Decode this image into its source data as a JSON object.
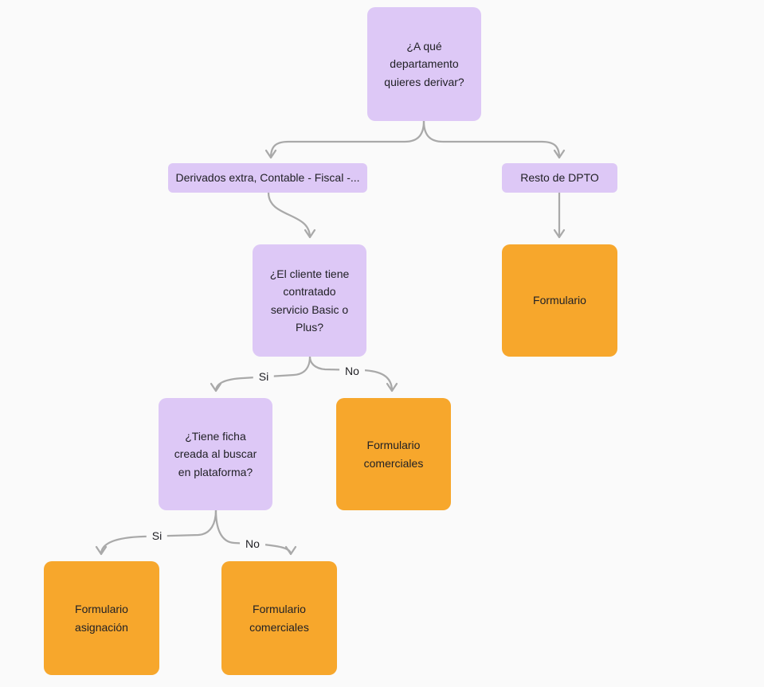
{
  "theme": {
    "bg": "#fafafa",
    "purple": "#ddc8f6",
    "orange": "#f7a72c",
    "arrow": "#a9a9a9",
    "text": "#212126"
  },
  "nodes": {
    "departamento": {
      "label": "¿A qué departamento quieres derivar?",
      "type": "question"
    },
    "derivados_extra": {
      "label": "Derivados extra, Contable - Fiscal -...",
      "type": "branch"
    },
    "resto_dpto": {
      "label": "Resto de DPTO",
      "type": "branch"
    },
    "servicio_contratado": {
      "label": "¿El cliente tiene contratado servicio Basic o Plus?",
      "type": "question"
    },
    "formulario": {
      "label": "Formulario",
      "type": "outcome"
    },
    "ficha_creada": {
      "label": "¿Tiene ficha creada al buscar en plataforma?",
      "type": "question"
    },
    "formulario_comerciales_1": {
      "label": "Formulario comerciales",
      "type": "outcome"
    },
    "formulario_asignacion": {
      "label": "Formulario asignación",
      "type": "outcome"
    },
    "formulario_comerciales_2": {
      "label": "Formulario comerciales",
      "type": "outcome"
    }
  },
  "edge_labels": {
    "servicio_si": "Si",
    "servicio_no": "No",
    "ficha_si": "Si",
    "ficha_no": "No"
  }
}
